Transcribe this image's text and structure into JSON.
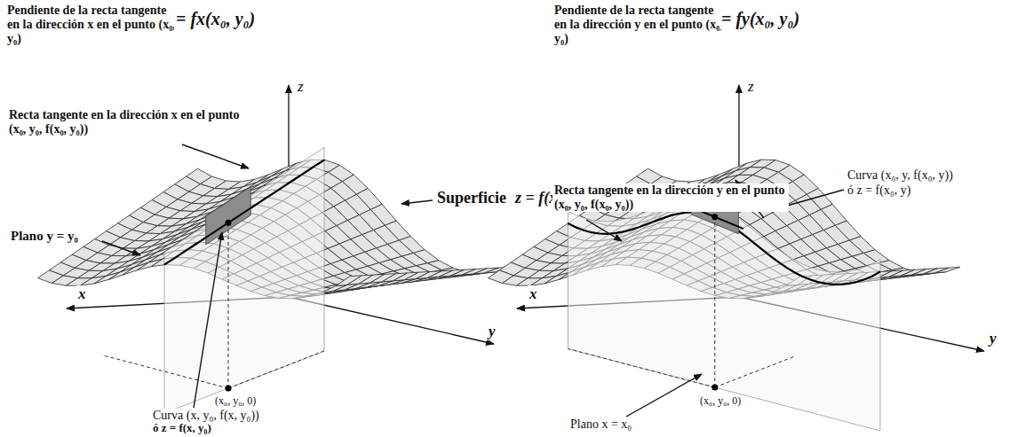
{
  "diagram": {
    "labels": [
      "Pendiente de la recta tangente en la dirección x en el punto (x₀, y₀)",
      "= fx(x₀, y₀)",
      "z",
      "Recta tangente en la dirección x en el punto (x₀, y₀, f(x₀, y₀))",
      "Superficie",
      "z = f(x, y)",
      "Plano y = y₀",
      "x",
      "y",
      "(x₀, y₀, 0)",
      "Curva (x, y₀, f(x, y₀))",
      "ó z = f(x, y₀)",
      "Pendiente de la recta tangente en la dirección y en el punto (x₀, y₀)",
      "= fy(x₀, y₀)",
      "z",
      "Recta tangente en la dirección y en el punto (x₀, y₀, f(x₀, y₀))",
      "Curva (x₀, y, f(x₀, y))",
      "ó z = f(x₀, y)",
      "x",
      "y",
      "(x₀, y₀, 0)",
      "Plano x = x₀"
    ]
  }
}
